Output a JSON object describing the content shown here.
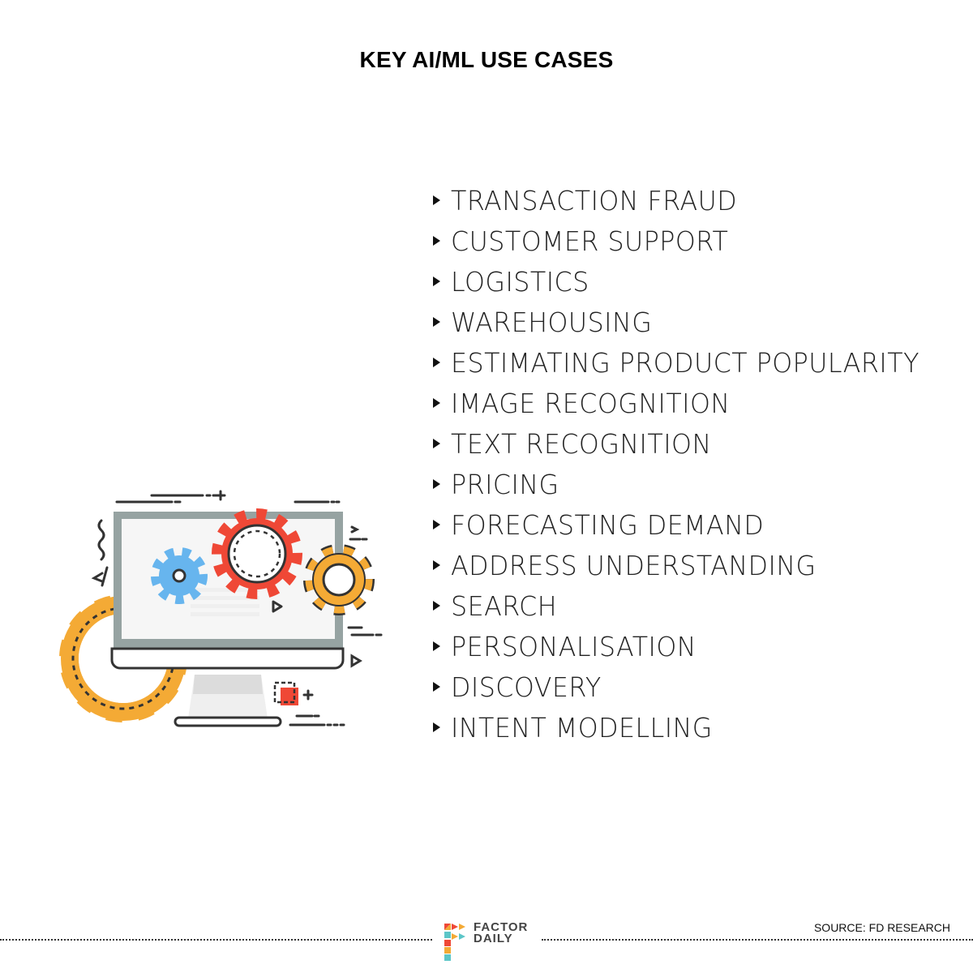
{
  "title": "KEY AI/ML USE CASES",
  "use_cases": [
    "TRANSACTION FRAUD",
    "CUSTOMER SUPPORT",
    "LOGISTICS",
    "WAREHOUSING",
    "ESTIMATING PRODUCT POPULARITY",
    "IMAGE RECOGNITION",
    "TEXT RECOGNITION",
    "PRICING",
    "FORECASTING DEMAND",
    "ADDRESS UNDERSTANDING",
    "SEARCH",
    "PERSONALISATION",
    "DISCOVERY",
    "INTENT MODELLING"
  ],
  "footer": {
    "logo_line1": "FACTOR",
    "logo_line2": "DAILY",
    "source": "SOURCE: FD RESEARCH"
  },
  "colors": {
    "orange": "#f4aa35",
    "red": "#ef4836",
    "blue": "#67b5ee",
    "gray": "#96a3a2",
    "dark": "#333333"
  }
}
